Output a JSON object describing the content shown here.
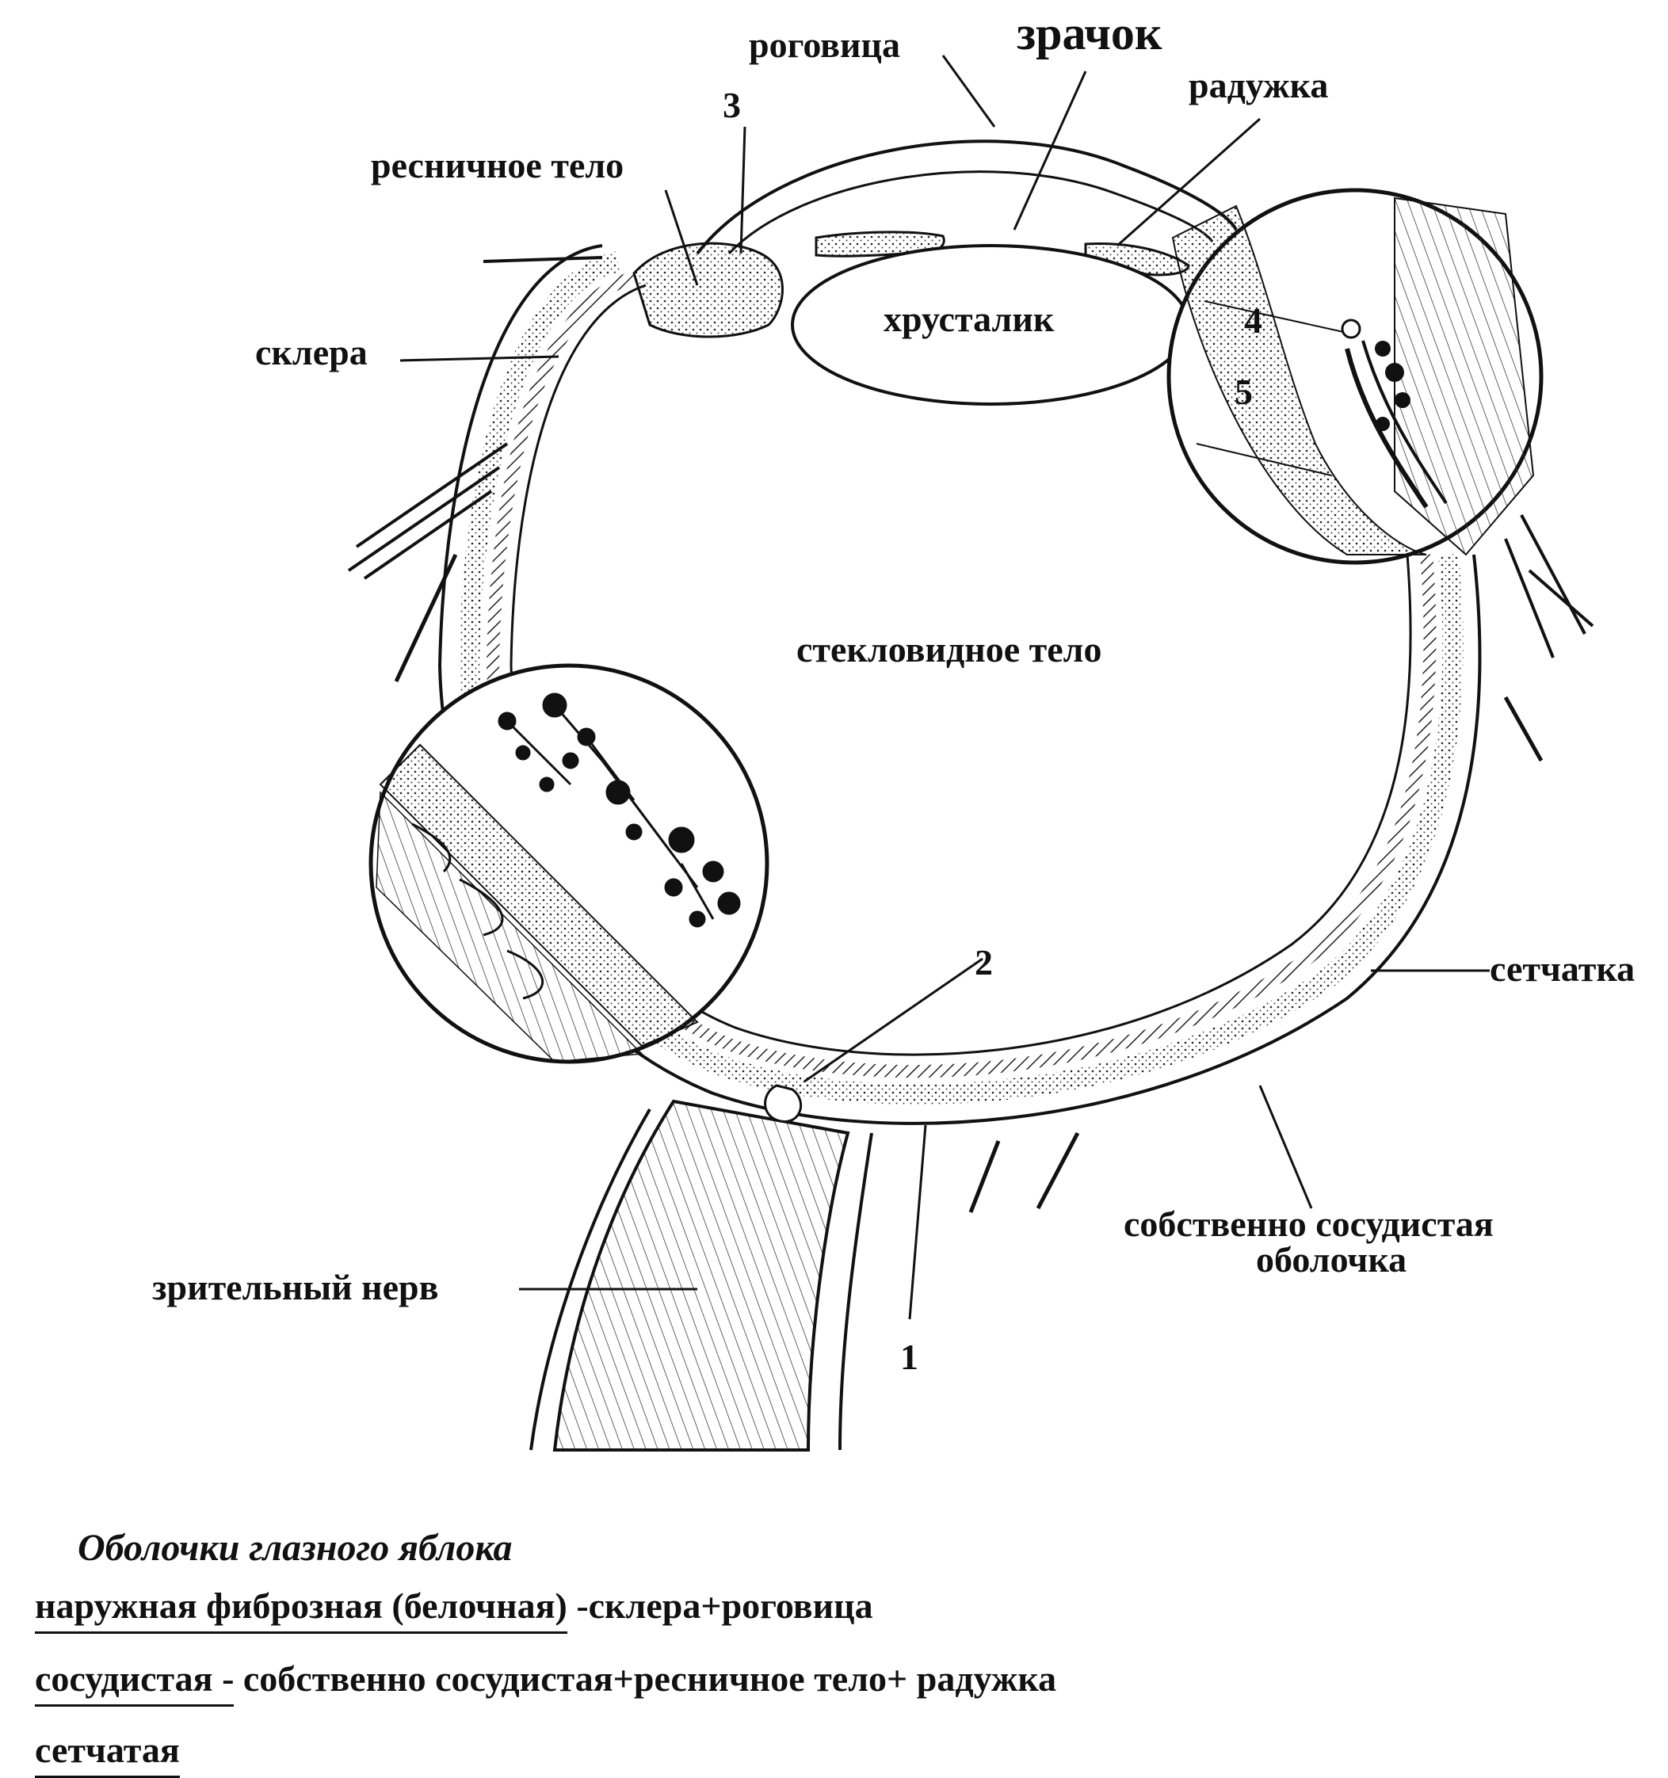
{
  "labels": {
    "cornea": "роговица",
    "pupil": "зрачок",
    "iris": "радужка",
    "num3": "3",
    "ciliary_body": "ресничное тело",
    "lens": "хрусталик",
    "sclera": "склера",
    "num4": "4",
    "num5": "5",
    "vitreous": "стекловидное тело",
    "num2": "2",
    "retina": "сетчатка",
    "choroid_l1": "собственно сосудистая",
    "choroid_l2": "оболочка",
    "optic_nerve": "зрительный нерв",
    "num1": "1"
  },
  "caption": {
    "title": "Оболочки глазного яблока",
    "line1_term": "наружная фиброзная (белочная)",
    "line1_rest": " -склера+роговица",
    "line2_term": "сосудистая -",
    "line2_rest": " собственно сосудистая+ресничное тело+ радужка",
    "line3_term": "сетчатая"
  }
}
